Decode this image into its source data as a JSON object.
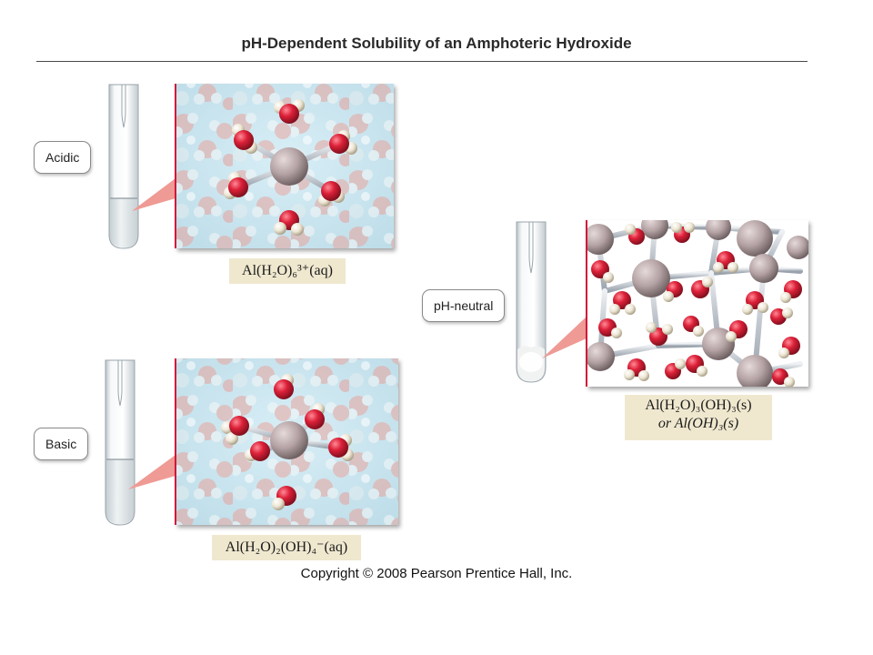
{
  "title": "pH-Dependent Solubility of an Amphoteric Hydroxide",
  "conditions": {
    "acidic": "Acidic",
    "basic": "Basic",
    "neutral": "pH-neutral"
  },
  "formulas": {
    "acidic": "Al(H₂O)₆³⁺(aq)",
    "basic": "Al(H₂O)₂(OH)₄⁻(aq)",
    "neutral_line1": "Al(H₂O)₃(OH)₃(s)",
    "neutral_line2": "or Al(OH)₃(s)"
  },
  "copyright": "Copyright © 2008 Pearson Prentice Hall, Inc.",
  "colors": {
    "oxygen": "#d8203a",
    "hydrogen": "#efeadb",
    "aluminum": "#b8a4a6",
    "solution": "#cfe8f2",
    "label_bg": "#efe8cf"
  }
}
